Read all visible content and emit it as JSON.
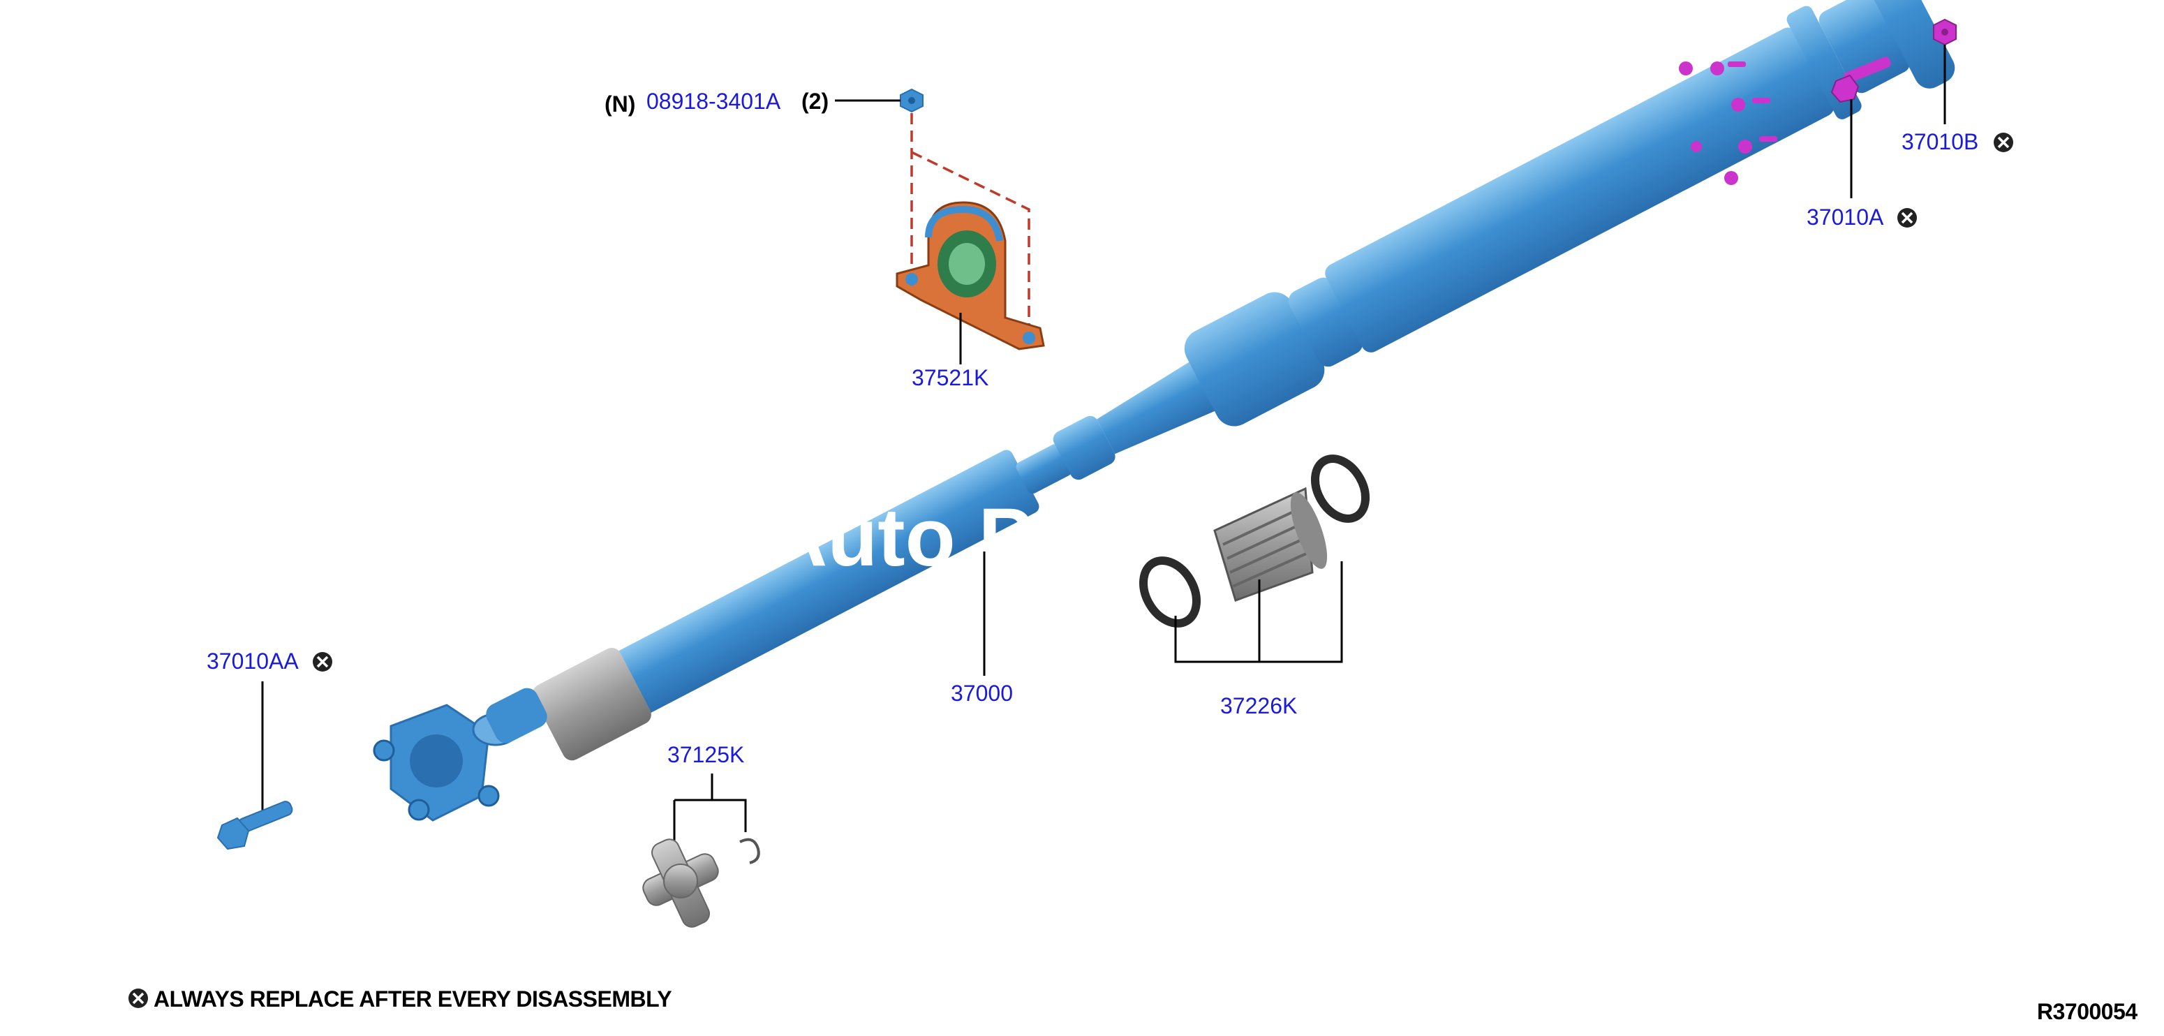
{
  "parts": {
    "nut_prefix": "(N)",
    "nut_number": "08918-3401A",
    "nut_qty": "(2)",
    "center_bearing": "37521K",
    "bolt_a": "37010A",
    "bolt_b": "37010B",
    "bolt_aa": "37010AA",
    "shaft_assy": "37000",
    "boot_set": "37226K",
    "journal_kit": "37125K"
  },
  "footer": {
    "replace_note": "ALWAYS REPLACE AFTER EVERY DISASSEMBLY",
    "figure_code": "R3700054"
  },
  "watermark": {
    "text": "Auto Parts Catalog"
  },
  "colors": {
    "callout": "#1a1adf",
    "shaft": "#3d8fd1",
    "bolt_magenta": "#cc33cc",
    "mount_orange": "#d9733a",
    "dashed_line": "#c0392b"
  },
  "icons": {
    "replace_marker": "circle-x-icon"
  }
}
